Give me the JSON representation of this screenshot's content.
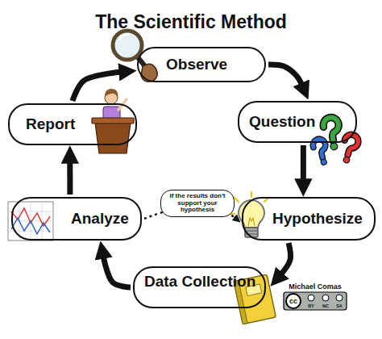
{
  "diagram": {
    "title": "The Scientific Method",
    "nodes": [
      {
        "text": [
          "Observe"
        ]
      },
      {
        "text": [
          "Question"
        ]
      },
      {
        "text": [
          "Hypothesize"
        ]
      },
      {
        "text": [
          "Data Collection"
        ]
      },
      {
        "text": [
          "Analyze"
        ]
      },
      {
        "text": [
          "Report"
        ]
      }
    ],
    "edges": [
      {
        "from": 0,
        "to": 1,
        "arrow": "to"
      },
      {
        "from": 1,
        "to": 2,
        "arrow": "to"
      },
      {
        "from": 2,
        "to": 3,
        "arrow": "to"
      },
      {
        "from": 3,
        "to": 4,
        "arrow": "to"
      },
      {
        "from": 4,
        "to": 5,
        "arrow": "to"
      },
      {
        "from": 5,
        "to": 0,
        "arrow": "to"
      },
      {
        "from": 4,
        "to": 2,
        "label": "If the results don't support your hypothesis",
        "arrow": "to"
      }
    ],
    "labels": [
      "Michael Comas",
      "cc",
      "BY",
      "NC",
      "SA"
    ]
  }
}
